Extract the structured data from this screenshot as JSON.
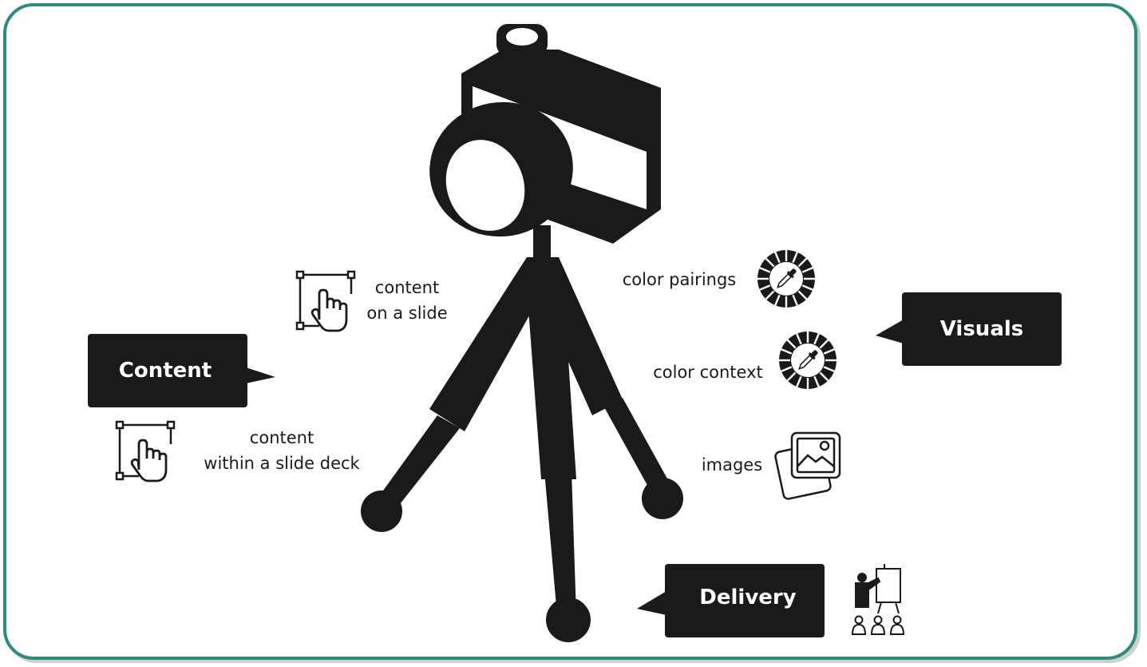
{
  "categories": {
    "content": "Content",
    "visuals": "Visuals",
    "delivery": "Delivery"
  },
  "content_items": {
    "slide": [
      "content",
      "on a slide"
    ],
    "deck": [
      "content",
      "within a slide deck"
    ]
  },
  "visual_items": {
    "color_pairings": "color pairings",
    "color_context": "color context",
    "images": "images"
  },
  "icons": {
    "selection_hand": "selection-hand-icon",
    "color_wheel": "color-wheel-icon",
    "images": "images-icon",
    "presenter": "presenter-icon",
    "camera_tripod": "camera-tripod-icon"
  },
  "colors": {
    "frame": "#2e8b81",
    "ink": "#1a1a1a",
    "badge_text": "#ffffff"
  }
}
